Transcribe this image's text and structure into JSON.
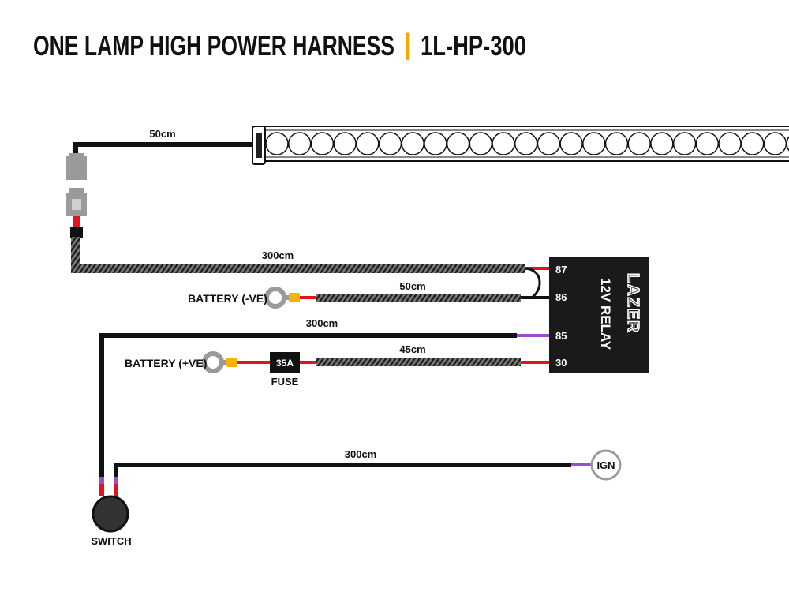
{
  "title": {
    "main": "ONE LAMP HIGH POWER HARNESS",
    "separator": "|",
    "code": "1L-HP-300"
  },
  "cables": {
    "lamp_lead": "50cm",
    "lamp_to_relay": "300cm",
    "battery_neg": "50cm",
    "relay_to_switch": "300cm",
    "battery_pos": "45cm",
    "switch_to_ign": "300cm"
  },
  "relay": {
    "name": "12V RELAY",
    "brand": "LAZER",
    "pins": [
      "87",
      "86",
      "85",
      "30"
    ]
  },
  "labels": {
    "battery_neg": "BATTERY (-VE)",
    "battery_pos": "BATTERY (+VE)",
    "fuse_rating": "35A",
    "fuse": "FUSE",
    "ign": "IGN",
    "switch": "SWITCH"
  },
  "colors": {
    "accent": "#f2a900",
    "wire_red": "#e3121b",
    "wire_purple": "#9b4dca",
    "terminal_yellow": "#f5b400",
    "black": "#111111"
  }
}
